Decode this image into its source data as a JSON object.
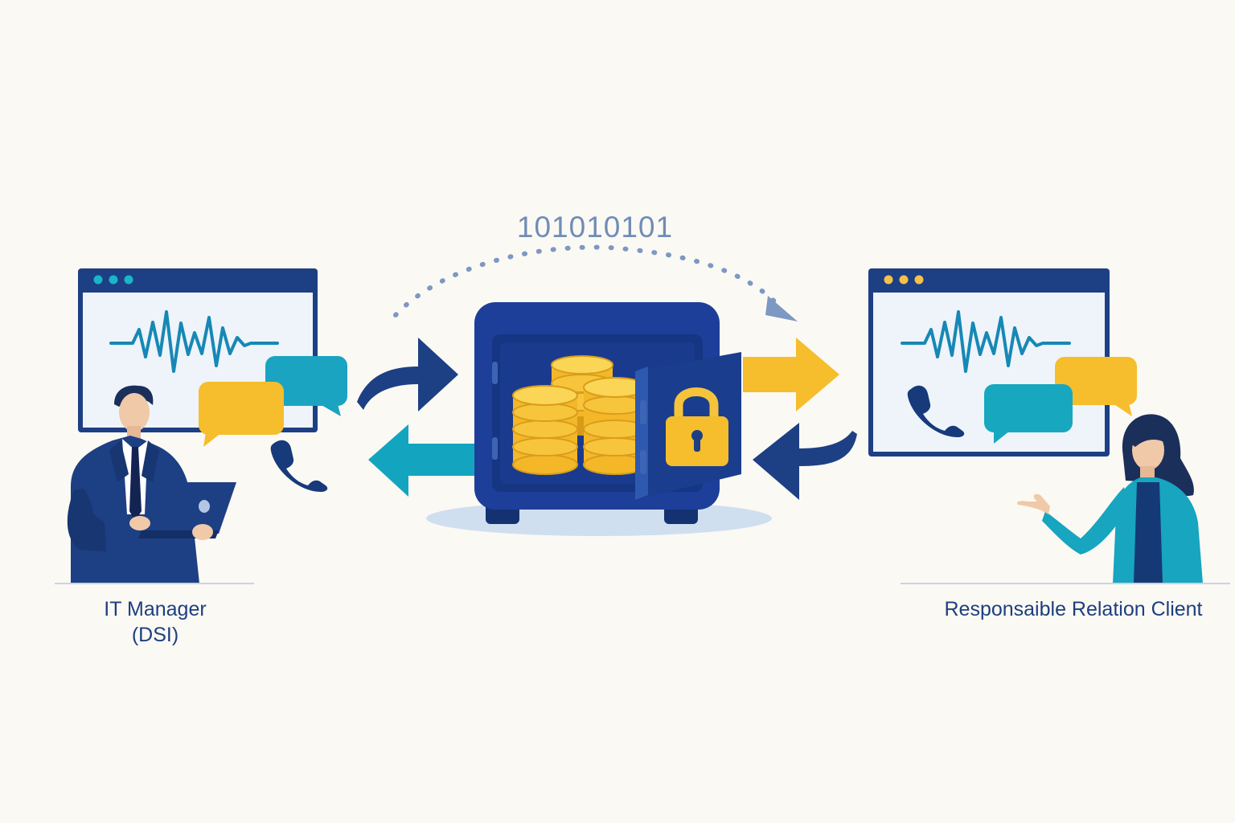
{
  "binary_stream": "101010101",
  "left_actor": {
    "title": "IT Manager",
    "subtitle": "(DSI)"
  },
  "right_actor": {
    "title": "Responsaible Relation Client"
  },
  "colors": {
    "navy": "#1d3f84",
    "dark_navy": "#12306b",
    "teal": "#17a8c0",
    "gold": "#f5be2c",
    "background": "#fbf9f4",
    "label_text": "#1d3f7e"
  },
  "icons": [
    "browser-window-icon",
    "audio-waveform-icon",
    "chat-bubble-icon",
    "phone-handset-icon",
    "laptop-icon",
    "safe-vault-icon",
    "database-coins-icon",
    "padlock-icon",
    "exchange-arrow-icon"
  ]
}
